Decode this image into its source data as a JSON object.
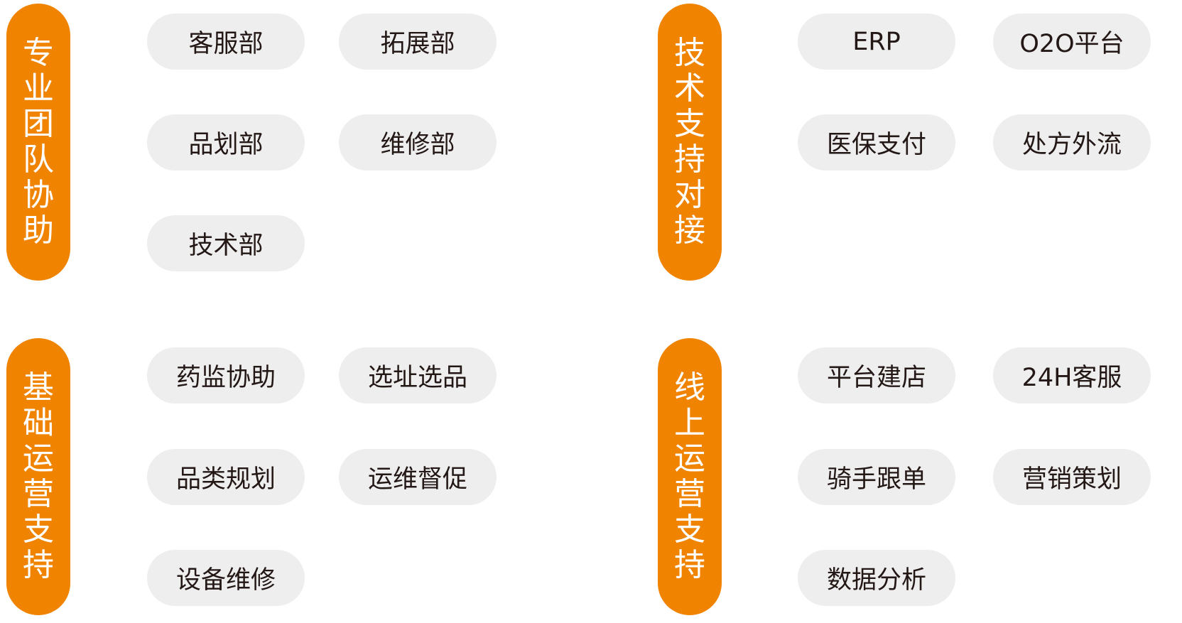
{
  "colors": {
    "accent": "#F08300",
    "chip_bg": "#EEEEEE",
    "chip_text": "#231815",
    "category_text": "#FFFFFF"
  },
  "groups": [
    {
      "category": "专业团队协助",
      "items": [
        "客服部",
        "拓展部",
        "品划部",
        "维修部",
        "技术部"
      ]
    },
    {
      "category": "技术支持对接",
      "items": [
        "ERP",
        "O2O平台",
        "医保支付",
        "处方外流"
      ]
    },
    {
      "category": "基础运营支持",
      "items": [
        "药监协助",
        "选址选品",
        "品类规划",
        "运维督促",
        "设备维修"
      ]
    },
    {
      "category": "线上运营支持",
      "items": [
        "平台建店",
        "24H客服",
        "骑手跟单",
        "营销策划",
        "数据分析"
      ]
    }
  ]
}
